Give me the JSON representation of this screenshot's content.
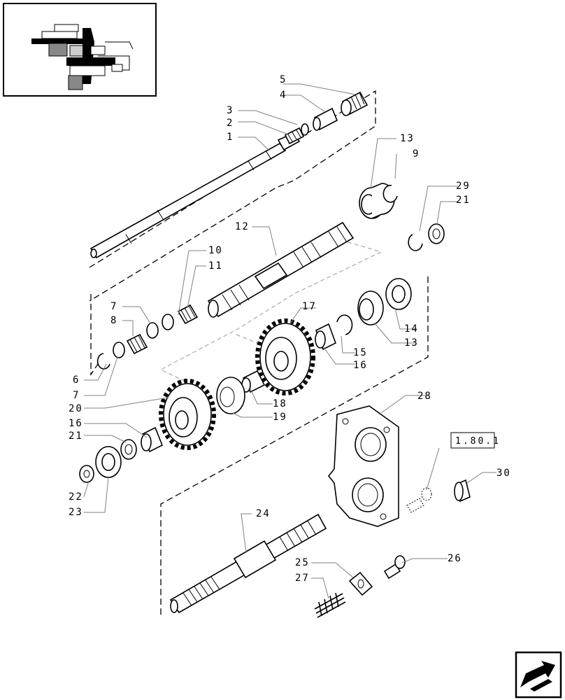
{
  "callouts": {
    "c1": "1",
    "c2": "2",
    "c3": "3",
    "c4": "4",
    "c5": "5",
    "c6": "6",
    "c7a": "7",
    "c7b": "7",
    "c8": "8",
    "c9": "9",
    "c10": "10",
    "c11": "11",
    "c12": "12",
    "c13a": "13",
    "c13b": "13",
    "c14": "14",
    "c15": "15",
    "c16a": "16",
    "c16b": "16",
    "c17": "17",
    "c18": "18",
    "c19": "19",
    "c20": "20",
    "c21a": "21",
    "c21b": "21",
    "c22": "22",
    "c23": "23",
    "c24": "24",
    "c25": "25",
    "c26": "26",
    "c27": "27",
    "c28": "28",
    "c29": "29",
    "c30": "30"
  },
  "reference_box": "1.80.1",
  "icons": {
    "thumbnail": "transmission-locator-thumbnail",
    "nav": "next-page-arrow-icon"
  }
}
